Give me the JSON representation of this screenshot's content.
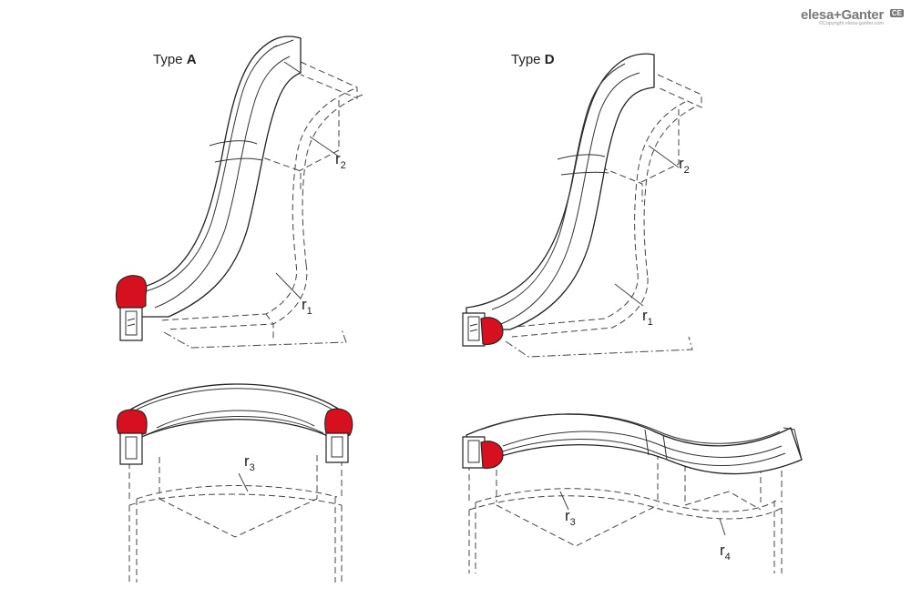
{
  "brand": {
    "name": "elesa+Ganter",
    "copyright": "©Copyright elesa-ganter.com",
    "mark": "CE"
  },
  "labels": {
    "type_a_prefix": "Type",
    "type_a_letter": "A",
    "type_d_prefix": "Type",
    "type_d_letter": "D",
    "r": "r",
    "sub_1": "1",
    "sub_2": "2",
    "sub_3": "3",
    "sub_4": "4"
  },
  "colors": {
    "seal_bulb": "#d6101e",
    "line": "#222222"
  }
}
